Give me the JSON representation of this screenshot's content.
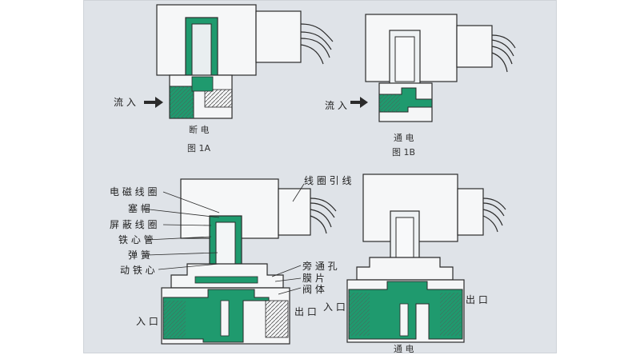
{
  "figures": {
    "fig_1a": {
      "inflow": "流 入",
      "state": "断 电",
      "caption": "图 1A"
    },
    "fig_1b": {
      "inflow": "流 入",
      "state": "通 电",
      "caption": "图 1B"
    },
    "bottom_left": {
      "labels": {
        "coil": "电 磁 线 圈",
        "plug": "塞 帽",
        "shield_coil": "屏 蔽 线 圈",
        "core_tube": "铁 心 管",
        "spring": "弹 簧",
        "moving_core": "动 铁 心",
        "lead_wire": "线 圈 引 线",
        "bypass_hole": "旁 通 孔",
        "diaphragm": "膜 片",
        "valve_body": "阀 体",
        "inlet": "入 口",
        "outlet": "出 口"
      }
    },
    "bottom_right": {
      "inlet": "入 口",
      "outlet": "出 口",
      "state": "通 电"
    }
  },
  "colors": {
    "fluid": "#1f9a6e",
    "fluid_dark": "#157c57",
    "body": "#f5f6f7",
    "line": "#2b2b2b",
    "paper": "#dfe3e8"
  }
}
